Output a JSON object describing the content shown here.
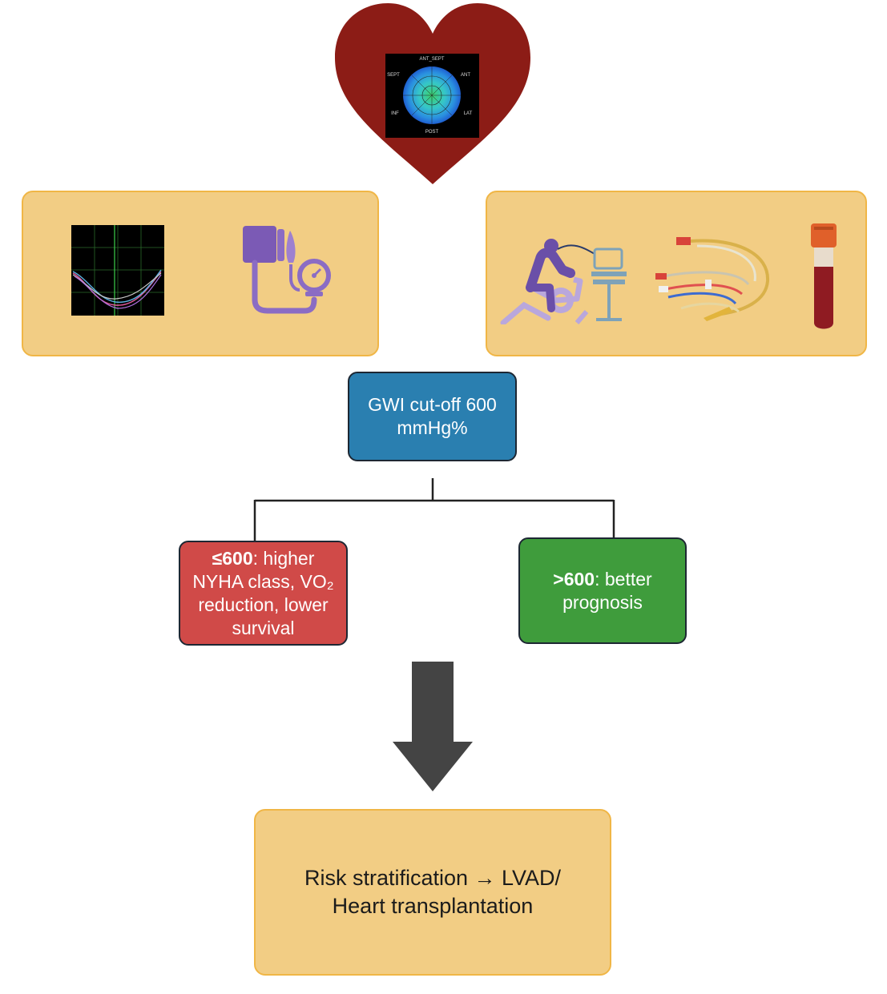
{
  "heart": {
    "bullseye_labels": [
      "ANT_SEPT",
      "ANT",
      "SEPT",
      "LAT",
      "INF",
      "POST"
    ]
  },
  "gwi_box": {
    "text": "GWI cut-off 600 mmHg%",
    "color": "#2a7fb0"
  },
  "low_box": {
    "value": "≤600",
    "text": ": higher NYHA class, VO₂ reduction, lower survival",
    "color": "#d04a48"
  },
  "high_box": {
    "value": ">600",
    "text": ": better prognosis",
    "color": "#3f9c3c"
  },
  "result_box": {
    "line1": "Risk stratification → LVAD/",
    "line2": "Heart transplantation"
  },
  "colors": {
    "panel_fill": "#f2cd84",
    "panel_border": "#f0b646",
    "heart": "#8c1c16",
    "arrow": "#444444",
    "connector": "#222222"
  }
}
